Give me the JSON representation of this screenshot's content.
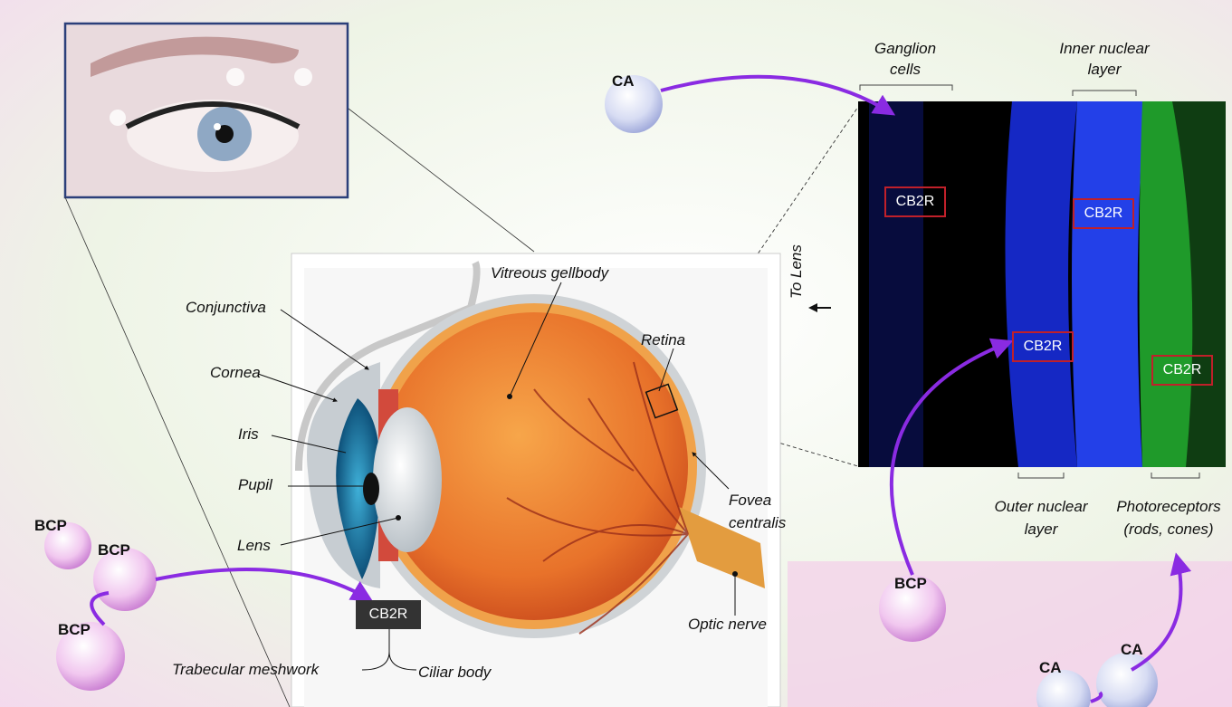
{
  "labels": {
    "conjunctiva": "Conjunctiva",
    "cornea": "Cornea",
    "iris": "Iris",
    "pupil": "Pupil",
    "lens": "Lens",
    "vitreous": "Vitreous gellbody",
    "retina": "Retina",
    "fovea_1": "Fovea",
    "fovea_2": "centralis",
    "optic_nerve": "Optic nerve",
    "trabecular": "Trabecular meshwork",
    "ciliar": "Ciliar body",
    "to_lens": "To Lens",
    "ganglion_1": "Ganglion",
    "ganglion_2": "cells",
    "inner_nuclear_1": "Inner nuclear",
    "inner_nuclear_2": "layer",
    "outer_nuclear_1": "Outer nuclear",
    "outer_nuclear_2": "layer",
    "photoreceptors_1": "Photoreceptors",
    "photoreceptors_2": "(rods, cones)"
  },
  "receptor_label": "CB2R",
  "molecules": {
    "ca": "CA",
    "bcp": "BCP"
  },
  "colors": {
    "nuclear_stain": "#1a2fd0",
    "photoreceptor_stain": "#22b030",
    "receptor_box": "#c0202a",
    "arrow": "#8a2be2"
  }
}
